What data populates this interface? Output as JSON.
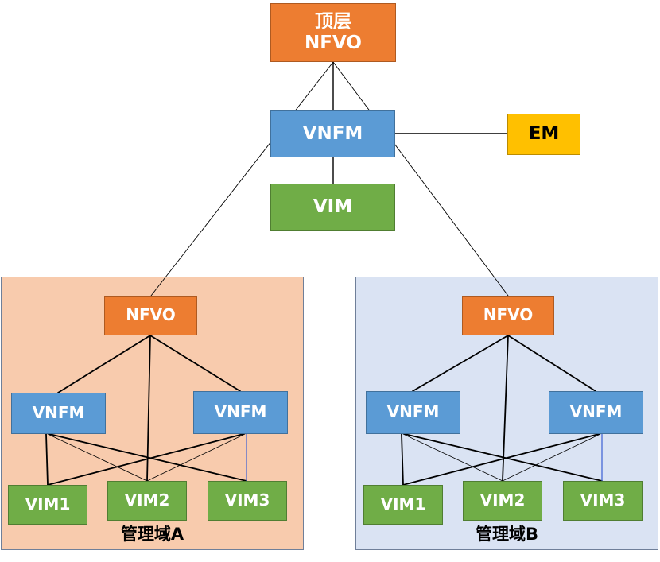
{
  "top": {
    "nfvo_line1": "顶层",
    "nfvo_line2": "NFVO",
    "vnfm": "VNFM",
    "vim": "VIM",
    "em": "EM"
  },
  "domains": [
    {
      "label": "管理域A",
      "nfvo": "NFVO",
      "vnfm": [
        "VNFM",
        "VNFM"
      ],
      "vims": [
        "VIM1",
        "VIM2",
        "VIM3"
      ]
    },
    {
      "label": "管理域B",
      "nfvo": "NFVO",
      "vnfm": [
        "VNFM",
        "VNFM"
      ],
      "vims": [
        "VIM1",
        "VIM2",
        "VIM3"
      ]
    }
  ],
  "colors": {
    "nfvo": "#ed7d31",
    "vnfm": "#5b9bd5",
    "vim": "#70ad47",
    "em": "#ffc000",
    "domain_a_bg": "#f8cbad",
    "domain_b_bg": "#dae3f3"
  }
}
